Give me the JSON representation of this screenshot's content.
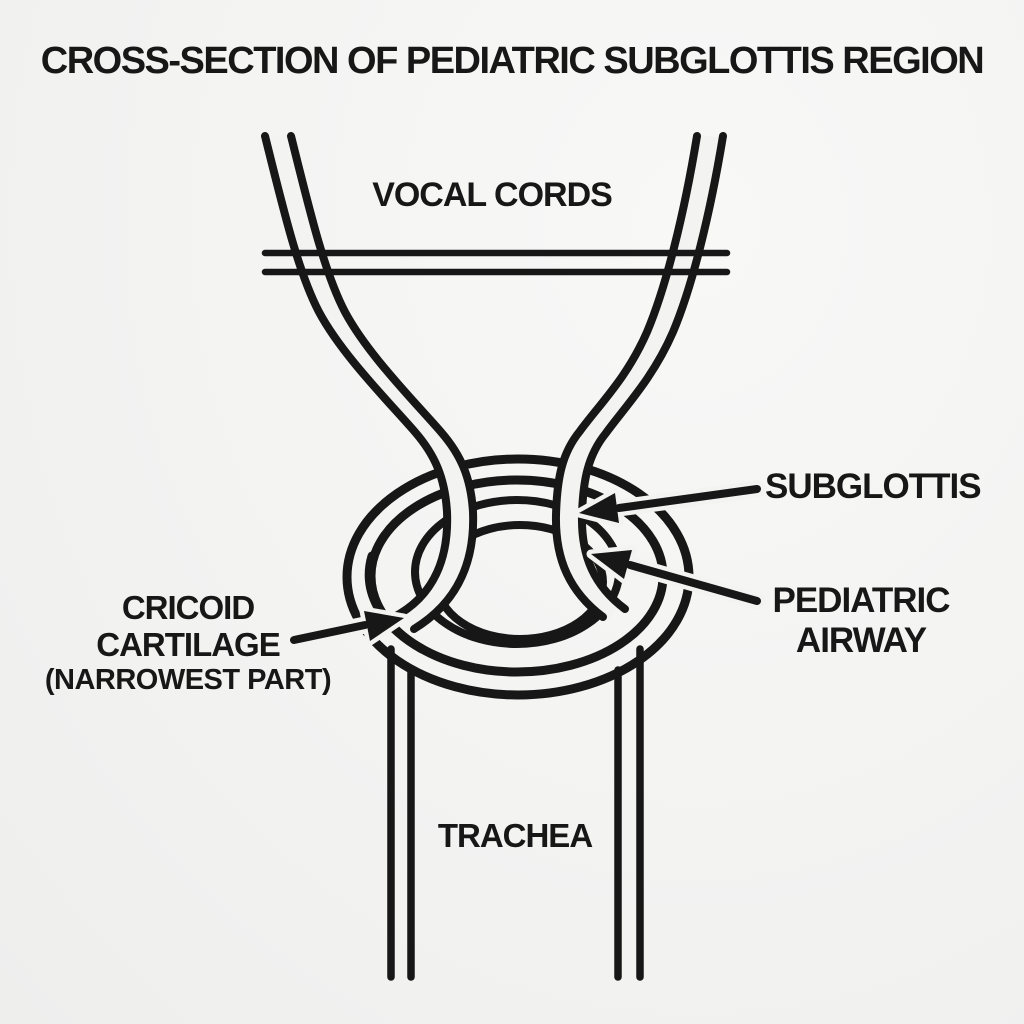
{
  "title": "CROSS-SECTION OF PEDIATRIC SUBGLOTTIS REGION",
  "labels": {
    "vocal_cords": "VOCAL CORDS",
    "subglottis": "SUBGLOTTIS",
    "pediatric_airway_line1": "PEDIATRIC",
    "pediatric_airway_line2": "AIRWAY",
    "cricoid_line1": "CRICOID",
    "cricoid_line2": "CARTILAGE",
    "cricoid_line3": "(NARROWEST PART)",
    "trachea": "TRACHEA"
  },
  "colors": {
    "background": "#f3f3f2",
    "line": "#171717",
    "text": "#171717"
  }
}
